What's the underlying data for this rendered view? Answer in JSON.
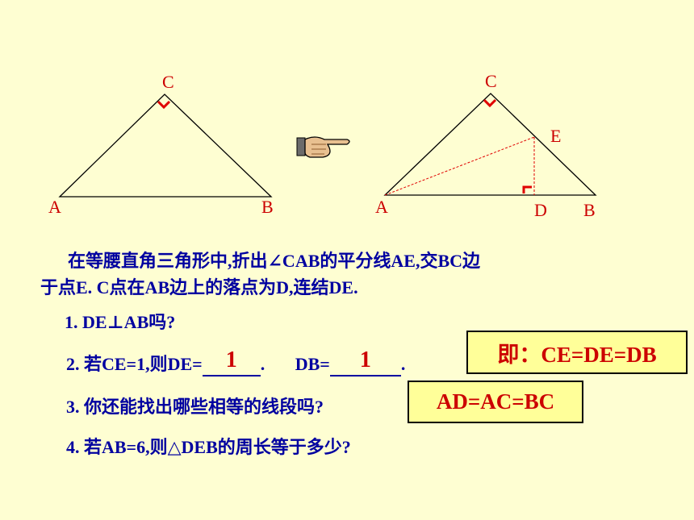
{
  "figure1": {
    "label_c": "C",
    "label_a": "A",
    "label_b": "B"
  },
  "figure2": {
    "label_c": "C",
    "label_e": "E",
    "label_a": "A",
    "label_d": "D",
    "label_b": "B"
  },
  "pointer": {
    "icon": "pointing-hand-icon"
  },
  "colors": {
    "background": "#fefed2",
    "text": "#0000a0",
    "label": "#cc0000",
    "answer_box": "#ffff99"
  },
  "problem": {
    "line1": "在等腰直角三角形中,折出∠CAB的平分线AE,交BC边",
    "line2": "于点E. C点在AB边上的落点为D,连结DE."
  },
  "questions": {
    "q1": "1. DE⊥AB吗?",
    "q2_prefix": "2. 若CE=1,则DE=",
    "q2_answer1": "1",
    "q2_sep": ".",
    "q2_db": "DB=",
    "q2_answer2": "1",
    "q2_end": ".",
    "q3": "3. 你还能找出哪些相等的线段吗?",
    "q4": "4. 若AB=6,则△DEB的周长等于多少?"
  },
  "answers": {
    "box1": "即：CE=DE=DB",
    "box2": "AD=AC=BC"
  }
}
